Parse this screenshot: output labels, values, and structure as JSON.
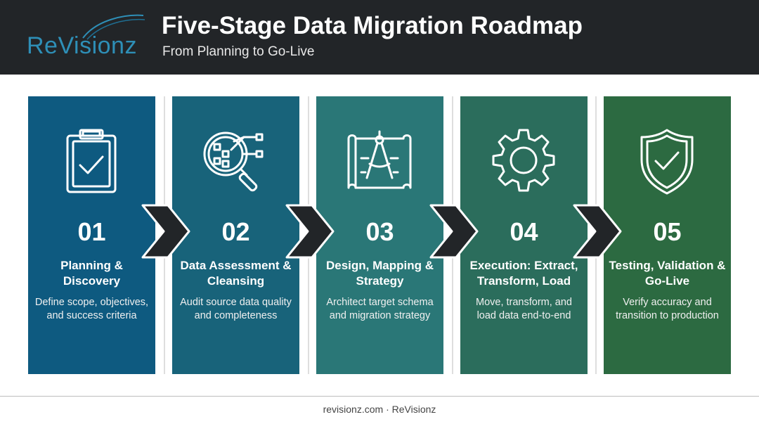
{
  "header": {
    "logo_text": "ReVisionz",
    "title": "Five-Stage Data Migration Roadmap",
    "subtitle": "From Planning to Go-Live"
  },
  "colors": {
    "header_bg": "#222528",
    "stage_1": "#0e5a80",
    "stage_2": "#18637a",
    "stage_3": "#2a7777",
    "stage_4": "#2b6d5c",
    "stage_5": "#2c6a41",
    "arrow": "#222528"
  },
  "stages": [
    {
      "number": "01",
      "name": "Planning & Discovery",
      "description": "Define scope, objectives, and success criteria",
      "icon": "clipboard-check-icon"
    },
    {
      "number": "02",
      "name": "Data Assessment & Cleansing",
      "description": "Audit source data quality and completeness",
      "icon": "magnifier-data-icon"
    },
    {
      "number": "03",
      "name": "Design, Mapping & Strategy",
      "description": "Architect target schema and migration strategy",
      "icon": "blueprint-compass-icon"
    },
    {
      "number": "04",
      "name": "Execution: Extract, Transform, Load",
      "description": "Move, transform, and load data end-to-end",
      "icon": "gear-icon"
    },
    {
      "number": "05",
      "name": "Testing, Validation & Go-Live",
      "description": "Verify accuracy and transition to production",
      "icon": "shield-check-icon"
    }
  ],
  "footer": {
    "text": "revisionz.com · ReVisionz"
  }
}
